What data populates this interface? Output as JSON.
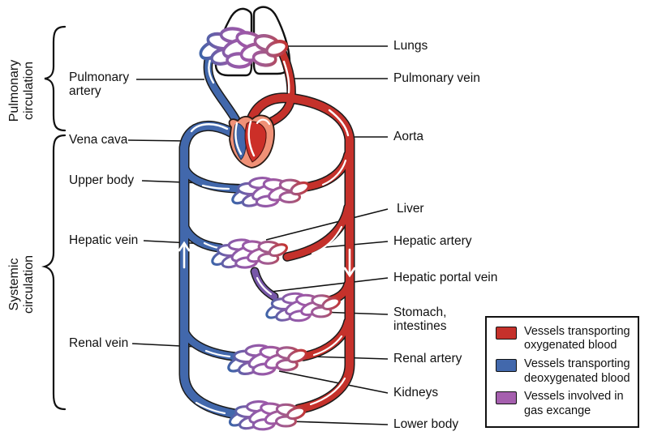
{
  "diagram": {
    "title_implicit": "Pulmonary and systemic circulation",
    "section_labels": {
      "pulmonary": "Pulmonary circulation",
      "systemic": "Systemic circulation"
    },
    "left_labels": [
      {
        "id": "pulmonary-artery",
        "text": "Pulmonary artery"
      },
      {
        "id": "vena-cava",
        "text": "Vena cava"
      },
      {
        "id": "upper-body",
        "text": "Upper body"
      },
      {
        "id": "hepatic-vein",
        "text": "Hepatic vein"
      },
      {
        "id": "renal-vein",
        "text": "Renal vein"
      }
    ],
    "right_labels": [
      {
        "id": "lungs",
        "text": "Lungs"
      },
      {
        "id": "pulmonary-vein",
        "text": "Pulmonary vein"
      },
      {
        "id": "aorta",
        "text": "Aorta"
      },
      {
        "id": "liver",
        "text": "Liver"
      },
      {
        "id": "hepatic-artery",
        "text": "Hepatic artery"
      },
      {
        "id": "hepatic-portal-vein",
        "text": "Hepatic portal vein"
      },
      {
        "id": "stomach-intestines",
        "text": "Stomach, intestines"
      },
      {
        "id": "renal-artery",
        "text": "Renal artery"
      },
      {
        "id": "kidneys",
        "text": "Kidneys"
      },
      {
        "id": "lower-body",
        "text": "Lower body"
      }
    ],
    "legend": {
      "items": [
        {
          "color": "#c5312b",
          "text": "Vessels transporting oxygenated blood"
        },
        {
          "color": "#4268ac",
          "text": "Vessels transporting deoxygenated blood"
        },
        {
          "color": "#a55fae",
          "text": "Vessels involved in gas excange"
        }
      ]
    },
    "colors": {
      "oxygenated": "#c5312b",
      "deoxygenated": "#4268ac",
      "gas_exchange": "#a55fae",
      "heart_muscle": "#f09177",
      "outline": "#111111"
    }
  }
}
